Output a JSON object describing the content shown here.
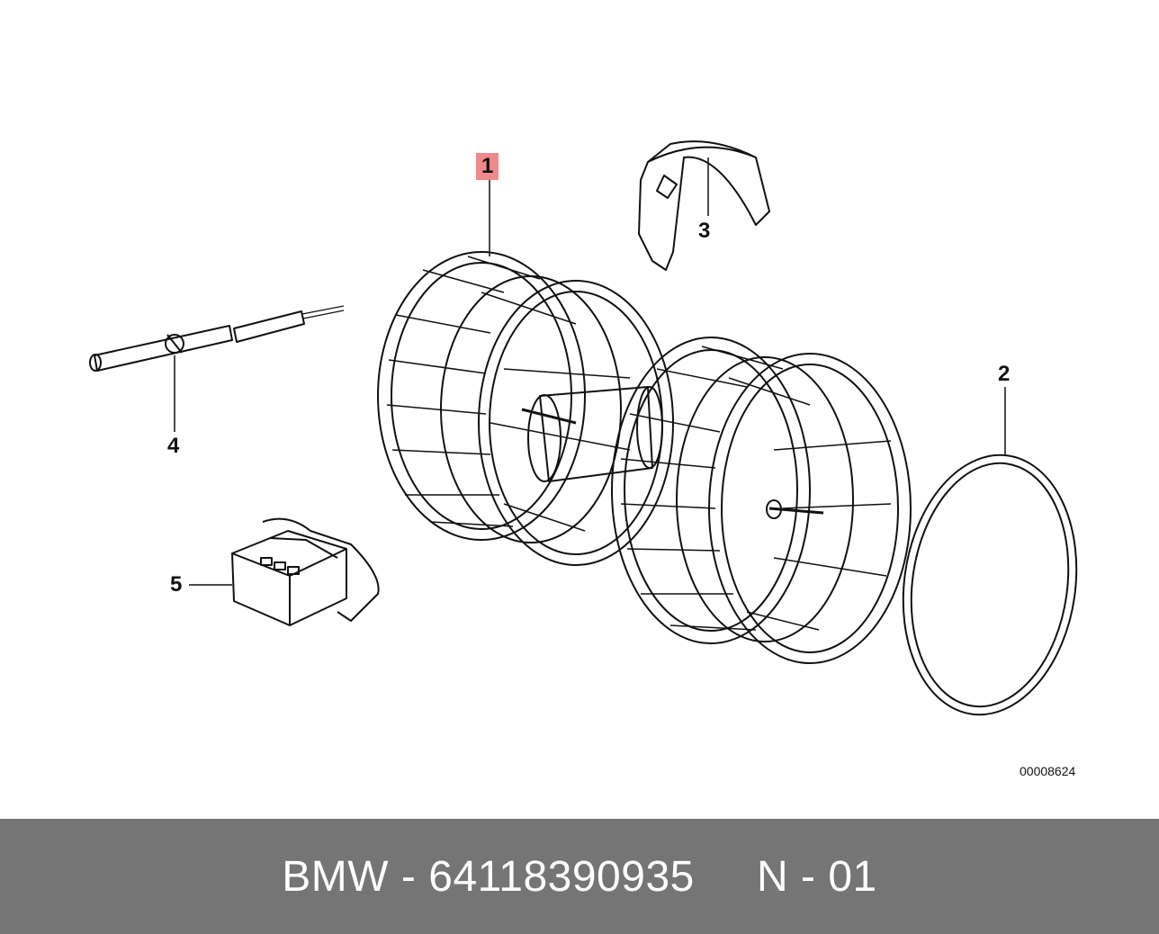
{
  "diagram": {
    "callouts": {
      "part1": "1",
      "part2": "2",
      "part3": "3",
      "part4": "4",
      "part5": "5"
    },
    "highlight_color": "#f08a8a",
    "reference_code": "00008624"
  },
  "footer": {
    "text": "BMW - 64118390935     N - 01",
    "background_color": "#757575"
  }
}
